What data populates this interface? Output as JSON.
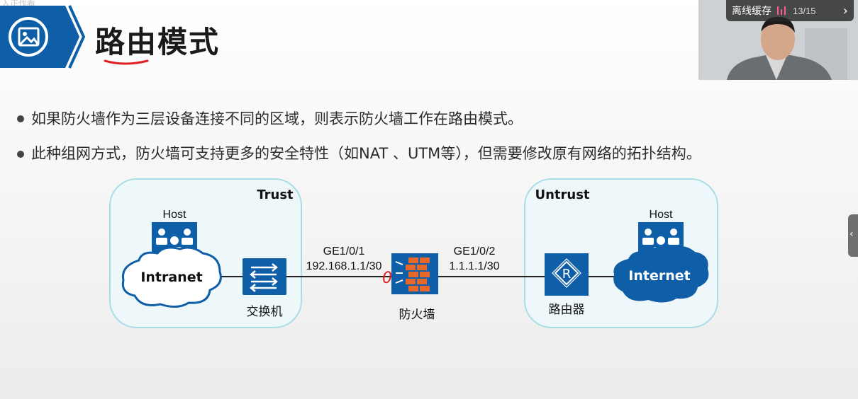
{
  "watermark": "入正作看",
  "slide": {
    "title": "路由模式",
    "bullets": [
      "如果防火墙作为三层设备连接不同的区域，则表示防火墙工作在路由模式。",
      "此种组网方式，防火墙可支持更多的安全特性（如NAT 、UTM等），但需要修改原有网络的拓扑结构。"
    ]
  },
  "diagram": {
    "trust_zone": "Trust",
    "untrust_zone": "Untrust",
    "left_host": "Host",
    "intranet": "Intranet",
    "switch": "交换机",
    "firewall": "防火墙",
    "router": "路由器",
    "router_symbol": "R",
    "right_host": "Host",
    "internet": "Internet",
    "left_interface": "GE1/0/1",
    "left_ip": "192.168.1.1/30",
    "right_interface": "GE1/0/2",
    "right_ip": "1.1.1.1/30",
    "annotation": "0"
  },
  "video_player": {
    "offline_cache": "离线缓存",
    "page_counter": "13/15",
    "next_icon": "chevron-right-icon"
  },
  "colors": {
    "brand_blue": "#0f5ea8",
    "zone_border": "#a8dde6",
    "zone_fill": "#eef8fb",
    "firewall_orange": "#e8682a",
    "annotation_red": "#e02020"
  }
}
